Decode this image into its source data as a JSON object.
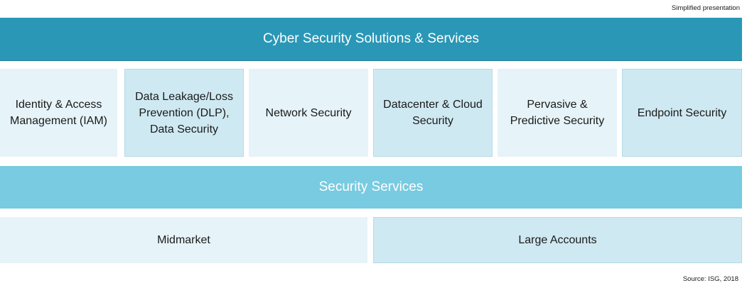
{
  "notes": {
    "top_right": "Simplified presentation",
    "source": "Source: ISG, 2018"
  },
  "main_banner": "Cyber Security Solutions & Services",
  "solutions": [
    "Identity & Access Management (IAM)",
    "Data Leakage/Loss Prevention (DLP), Data Security",
    "Network Security",
    "Datacenter & Cloud Security",
    "Pervasive & Predictive Security",
    "Endpoint Security"
  ],
  "services_banner": "Security Services",
  "segments": [
    "Midmarket",
    "Large Accounts"
  ],
  "colors": {
    "main_banner": "#2a97b6",
    "services_banner": "#78cbe0",
    "tile_light": "#e6f3f8",
    "tile_mid": "#cfe9f2"
  }
}
